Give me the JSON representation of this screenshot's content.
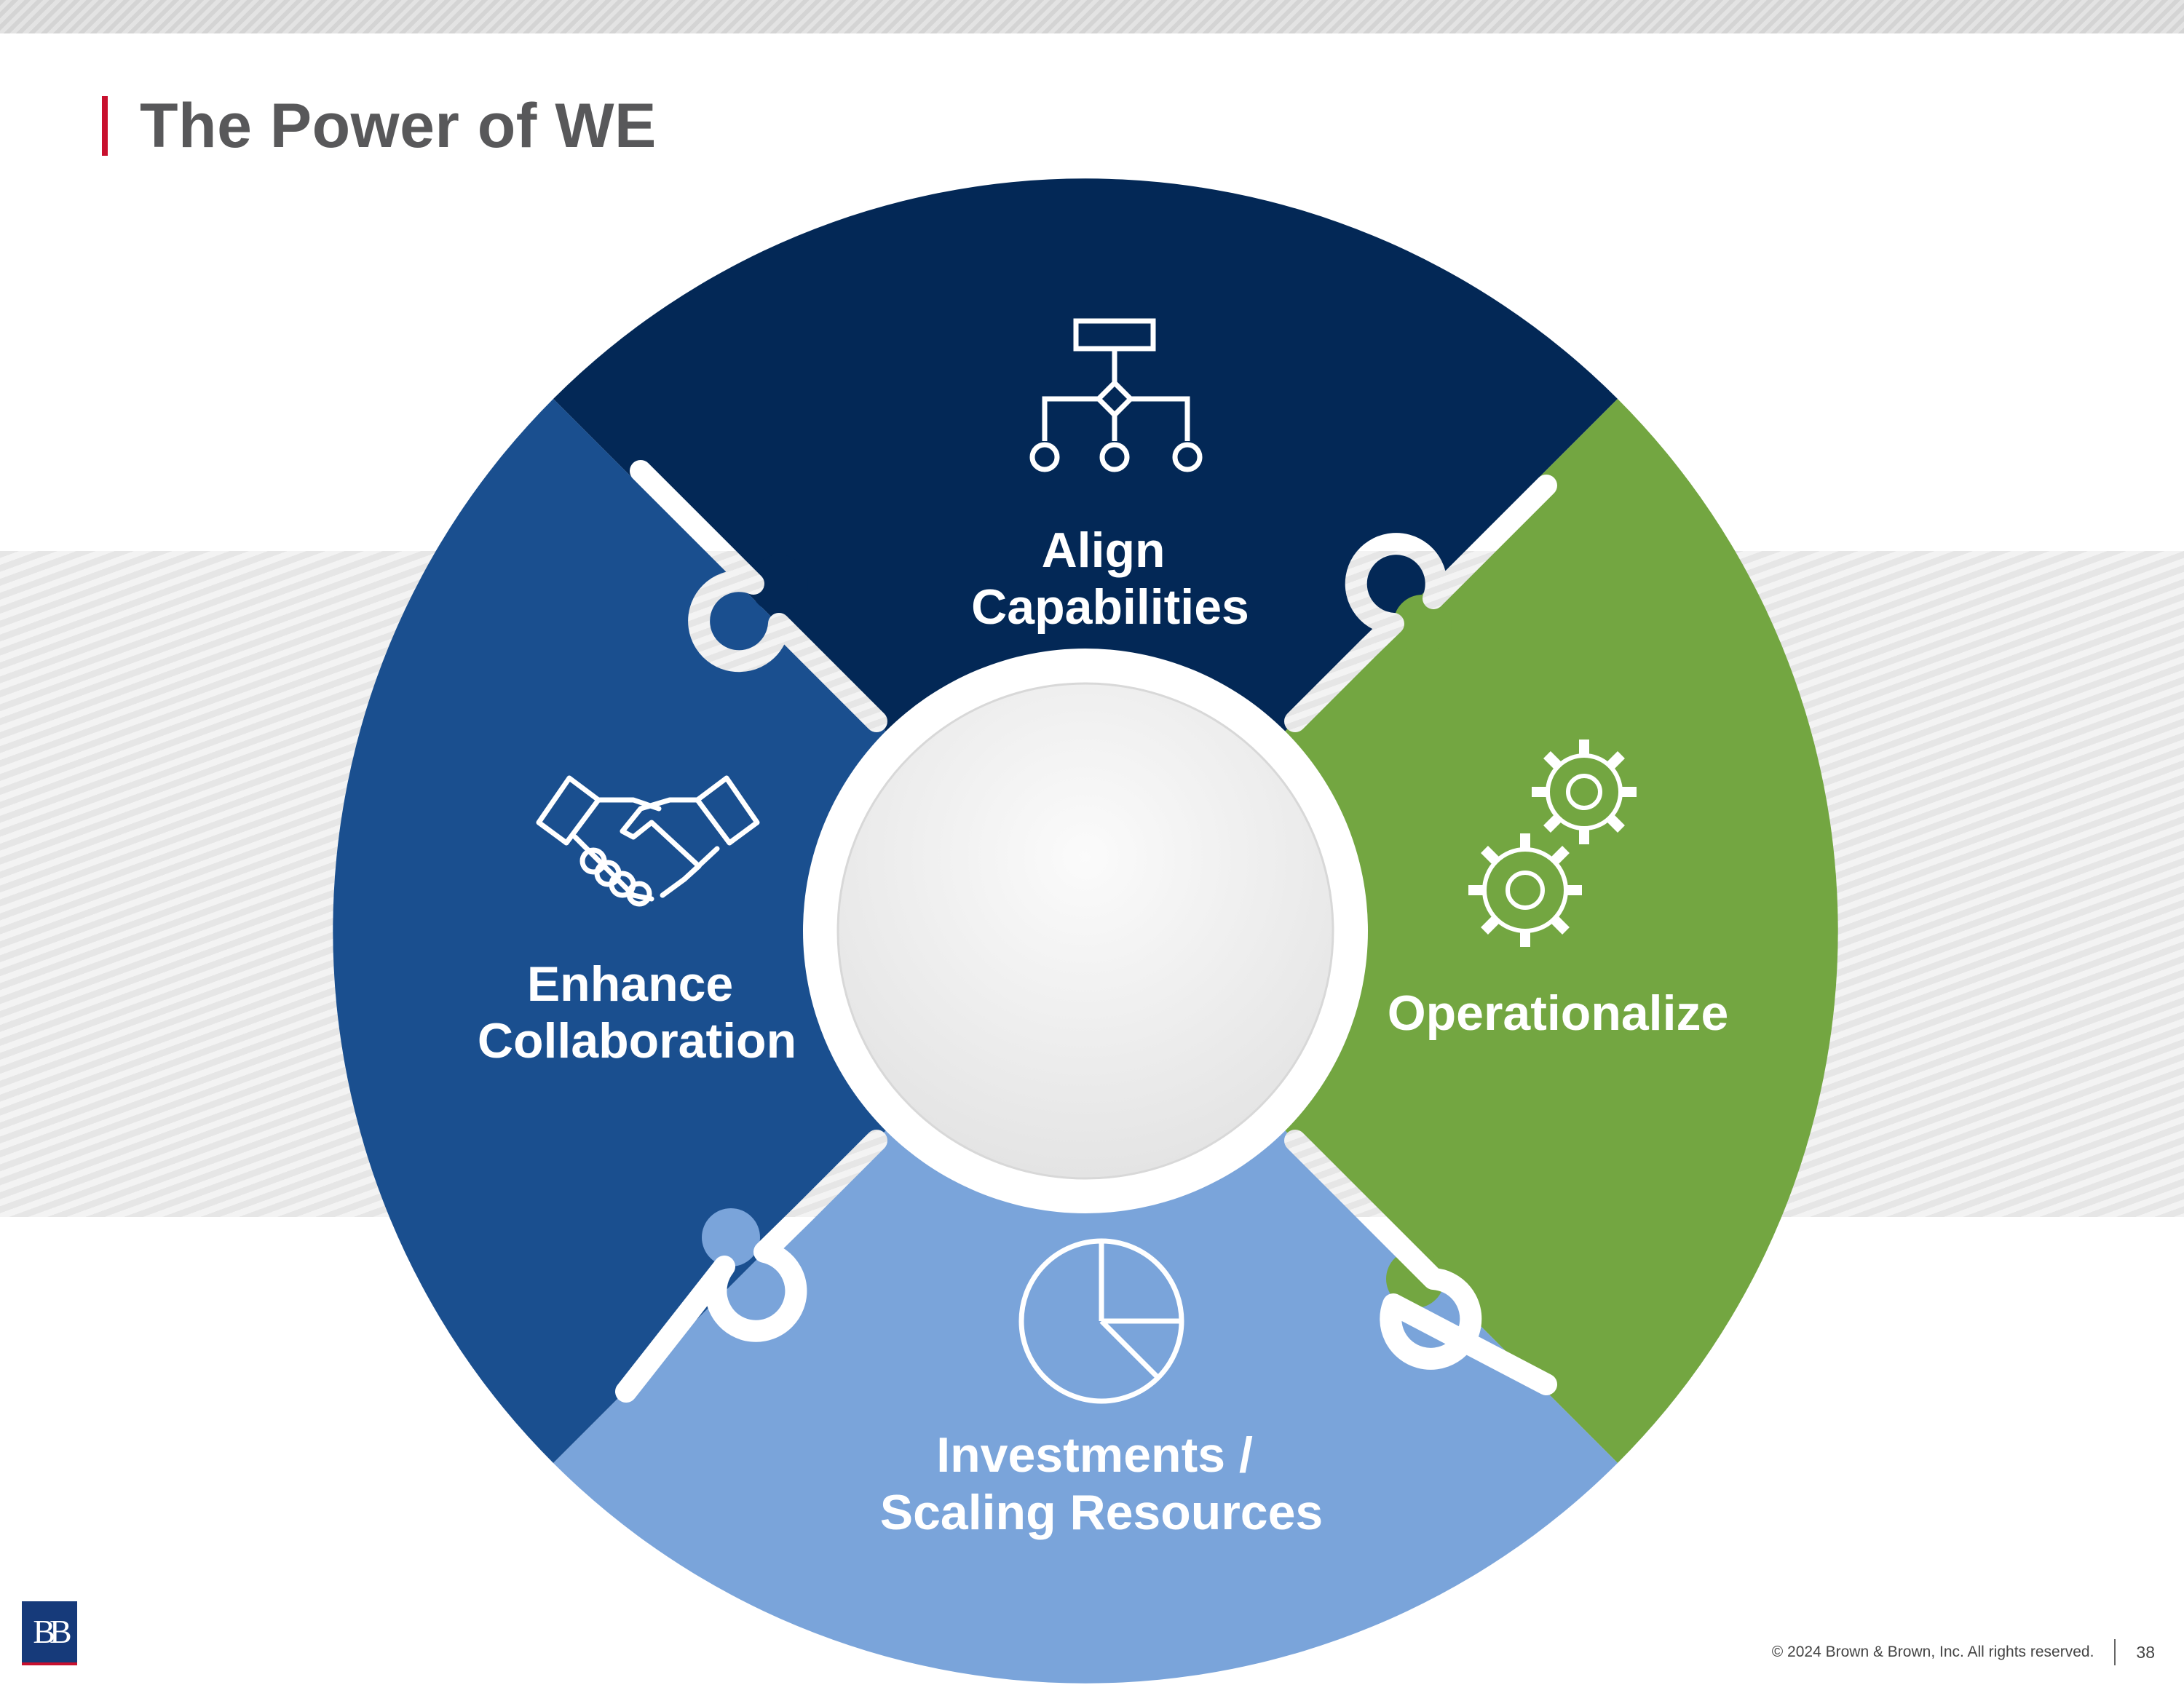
{
  "slide": {
    "title": "The Power of WE"
  },
  "diagram": {
    "segments": [
      {
        "id": "align",
        "label_lines": [
          "Align",
          "Capabilities"
        ],
        "icon": "org-chart-icon",
        "color": "#032856"
      },
      {
        "id": "operationalize",
        "label_lines": [
          "Operationalize"
        ],
        "icon": "gears-icon",
        "color": "#73a641"
      },
      {
        "id": "investments",
        "label_lines": [
          "Investments /",
          "Scaling Resources"
        ],
        "icon": "pie-chart-icon",
        "color": "#7aa4da"
      },
      {
        "id": "collaboration",
        "label_lines": [
          "Enhance",
          "Collaboration"
        ],
        "icon": "handshake-icon",
        "color": "#1a4f8f"
      }
    ],
    "center_color": "#f2f2f2"
  },
  "footer": {
    "logo": "BB",
    "copyright": "© 2024 Brown & Brown, Inc. All rights reserved.",
    "page_number": "38"
  }
}
